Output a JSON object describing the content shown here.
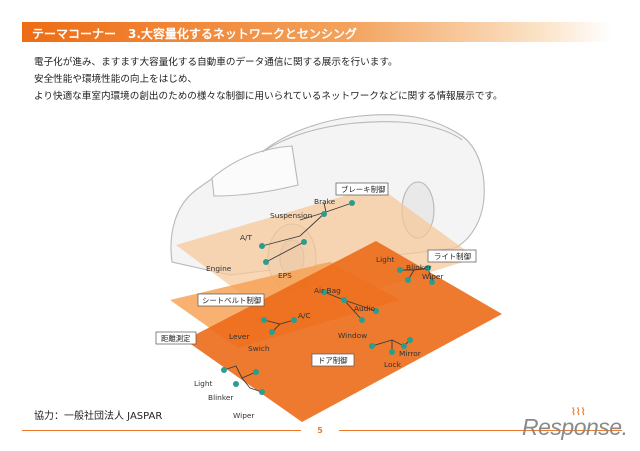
{
  "header": {
    "title": "テーマコーナー　3.大容量化するネットワークとセンシング"
  },
  "intro": {
    "line1": "電子化が進み、ますます大容量化する自動車のデータ通信に関する展示を行います。",
    "line2": "安全性能や環境性能の向上をはじめ、",
    "line3": "より快適な車室内環境の創出のための様々な制御に用いられているネットワークなどに関する情報展示です。"
  },
  "diagram": {
    "categories": {
      "brake": "ブレーキ制御",
      "light": "ライト制御",
      "seatbelt": "シートベルト制御",
      "distance": "距離測定",
      "door": "ドア制御"
    },
    "labels": {
      "brake": "Brake",
      "suspension": "Suspension",
      "at": "A/T",
      "engine": "Engine",
      "eps": "EPS",
      "light_top": "Light",
      "blinker_top": "Blinker",
      "wiper_top": "Wiper",
      "airbag": "Air Bag",
      "audio": "Audio",
      "ac": "A/C",
      "window": "Window",
      "lever": "Lever",
      "swich": "Swich",
      "mirror": "Mirror",
      "lock": "Lock",
      "light_bottom": "Light",
      "blinker_bottom": "Blinker",
      "wiper_bottom": "Wiper"
    },
    "colors": {
      "accent": "#ee6c14",
      "layer_top": "#f6c897",
      "layer_mid": "#f7a052",
      "layer_bottom": "#ec6b1a",
      "node": "#2a9e8c"
    }
  },
  "credit": "協力：一般社団法人 JASPAR",
  "footer": {
    "page": "5"
  },
  "watermark": {
    "brand": "Response."
  }
}
